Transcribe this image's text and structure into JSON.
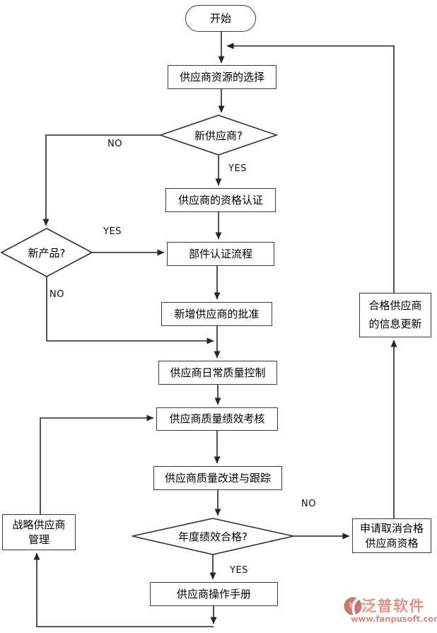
{
  "flowchart": {
    "nodes": {
      "start": "开始",
      "select_resource": "供应商资源的选择",
      "new_supplier_q": "新供应商?",
      "qualification": "供应商的资格认证",
      "new_product_q": "新产品?",
      "part_certification": "部件认证流程",
      "approve_new_supplier": "新增供应商的批准",
      "daily_quality_control": "供应商日常质量控制",
      "performance_review": "供应商质量绩效考核",
      "quality_improvement": "供应商质量改进与跟踪",
      "annual_performance_q": "年度绩效合格?",
      "operation_manual": "供应商操作手册",
      "strategic_management": "战略供应商\n管理",
      "cancel_qualification": "申请取消合格\n供应商资格",
      "info_update": "合格供应商\n的信息更新"
    },
    "labels": {
      "no_new_supplier": "NO",
      "yes_new_supplier": "YES",
      "yes_new_product": "YES",
      "no_new_product": "NO",
      "no_annual": "NO",
      "yes_annual": "YES"
    }
  },
  "watermark": {
    "brand": "泛普软件",
    "url": "www.fanpusoft.com",
    "brand_color": "#e29286",
    "icon_color": "#c87a6c"
  },
  "colors": {
    "line": "#262626",
    "box_border": "#3a3a3a",
    "background": "#ffffff"
  }
}
